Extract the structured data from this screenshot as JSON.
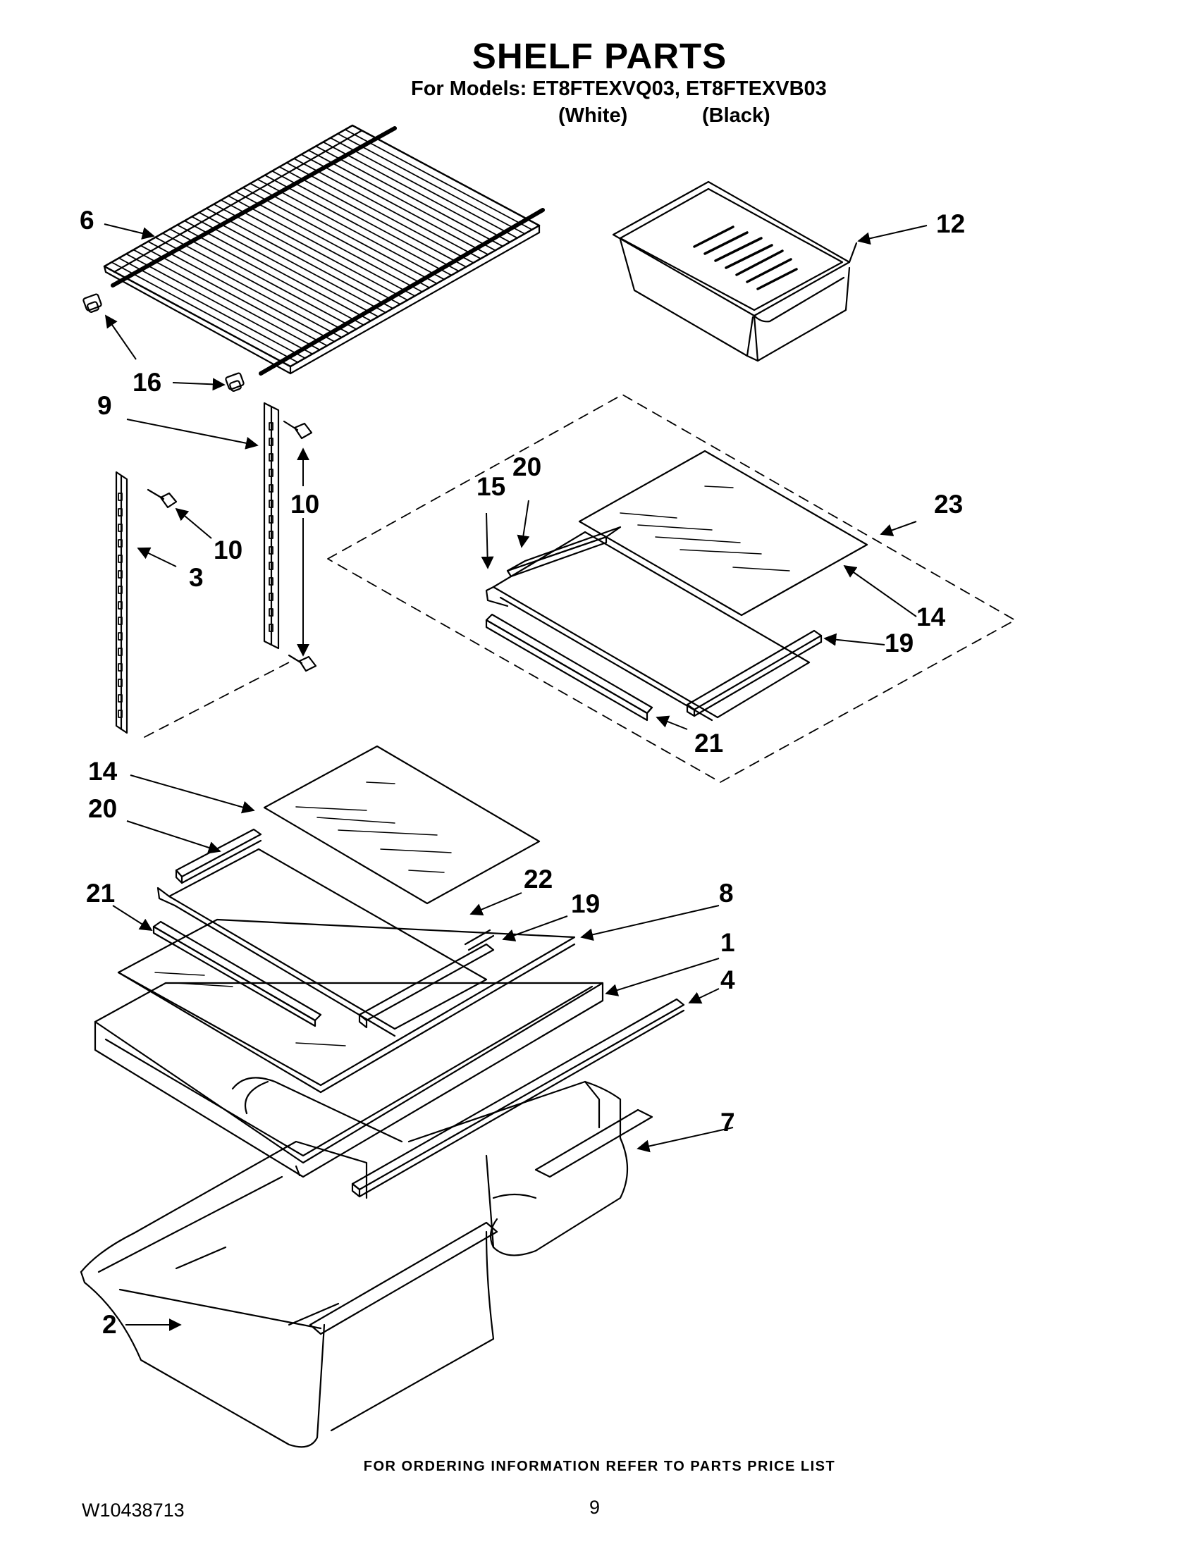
{
  "header": {
    "title": "SHELF PARTS",
    "models_line": "For Models: ET8FTEXVQ03, ET8FTEXVB03",
    "color_white": "(White)",
    "color_black": "(Black)"
  },
  "footer": {
    "ordering_note": "FOR ORDERING INFORMATION REFER TO PARTS PRICE LIST",
    "document_number": "W10438713",
    "page_number": "9"
  },
  "callouts": {
    "c6": "6",
    "c16a": "16",
    "c16b": "16",
    "c12": "12",
    "c9": "9",
    "c10a": "10",
    "c10b": "10",
    "c3": "3",
    "c15": "15",
    "c20a": "20",
    "c23": "23",
    "c14a": "14",
    "c19a": "19",
    "c21a": "21",
    "c14b": "14",
    "c20b": "20",
    "c22": "22",
    "c21b": "21",
    "c19b": "19",
    "c8": "8",
    "c1": "1",
    "c4": "4",
    "c7": "7",
    "c2": "2"
  }
}
